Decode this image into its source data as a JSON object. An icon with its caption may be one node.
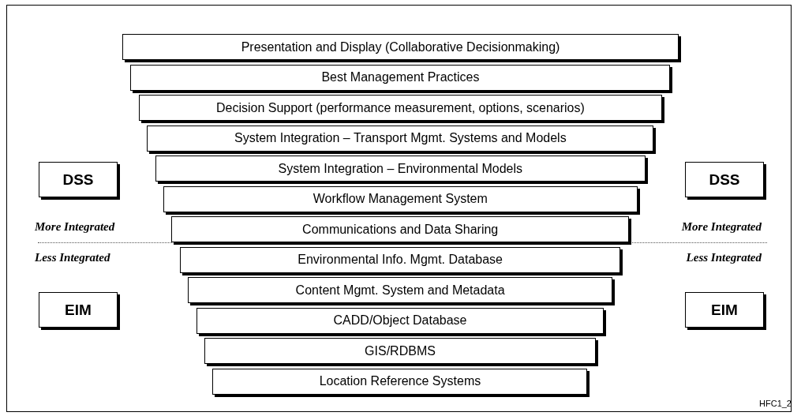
{
  "diagram": {
    "nodes": [
      {
        "text": [
          "Presentation and Display  (Collaborative Decisionmaking)"
        ]
      },
      {
        "text": [
          "Best Management Practices"
        ]
      },
      {
        "text": [
          "Decision Support (performance measurement, options, scenarios)"
        ]
      },
      {
        "text": [
          "System Integration – Transport Mgmt. Systems and Models"
        ]
      },
      {
        "text": [
          "System Integration – Environmental Models"
        ]
      },
      {
        "text": [
          "Workflow Management System"
        ]
      },
      {
        "text": [
          "Communications and Data Sharing"
        ]
      },
      {
        "text": [
          "Environmental Info. Mgmt. Database"
        ]
      },
      {
        "text": [
          "Content Mgmt. System and Metadata"
        ]
      },
      {
        "text": [
          "CADD/Object Database"
        ]
      },
      {
        "text": [
          "GIS/RDBMS"
        ]
      },
      {
        "text": [
          "Location Reference Systems"
        ]
      },
      {
        "text": [
          "DSS"
        ]
      },
      {
        "text": [
          "DSS"
        ]
      },
      {
        "text": [
          "EIM"
        ]
      },
      {
        "text": [
          "EIM"
        ]
      }
    ],
    "labels": [
      "More Integrated",
      "More Integrated",
      "Less Integrated",
      "Less Integrated",
      "HFC1_2"
    ]
  }
}
